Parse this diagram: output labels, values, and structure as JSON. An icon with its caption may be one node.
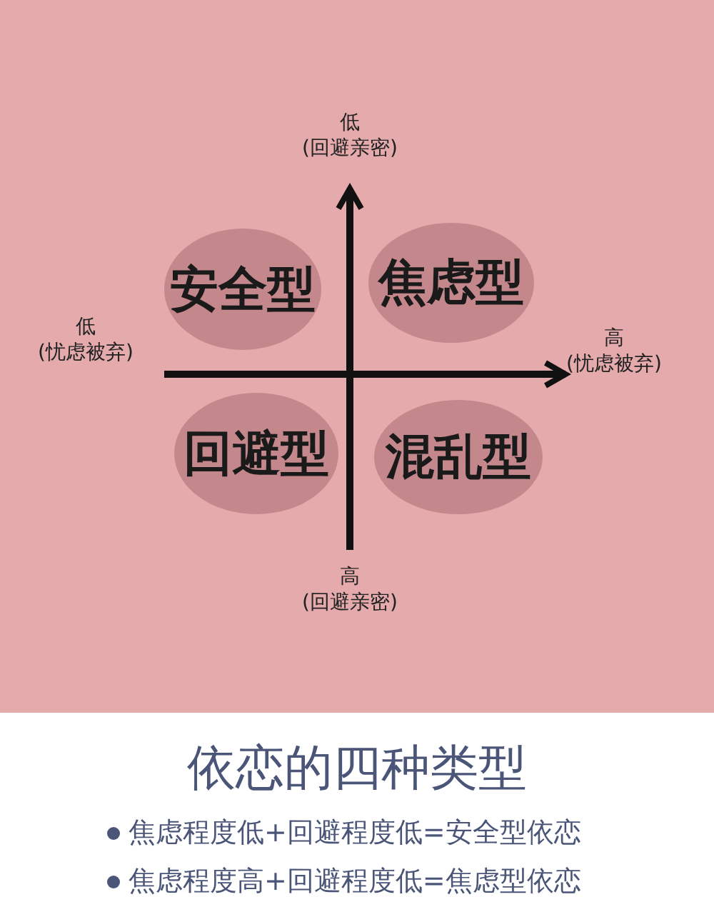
{
  "diagram": {
    "title": "依恋的四种类型",
    "nodes": [
      {
        "text": [
          "安全型"
        ]
      },
      {
        "text": [
          "焦虑型"
        ]
      },
      {
        "text": [
          "回避型"
        ]
      },
      {
        "text": [
          "混乱型"
        ]
      }
    ],
    "labels": [
      "低",
      "(回避亲密)",
      "低",
      "(忧虑被弃)",
      "高",
      "(忧虑被弃)",
      "高",
      "(回避亲密)",
      "焦虑程度低+回避程度低=安全型依恋",
      "焦虑程度高+回避程度低=焦虑型依恋"
    ]
  }
}
